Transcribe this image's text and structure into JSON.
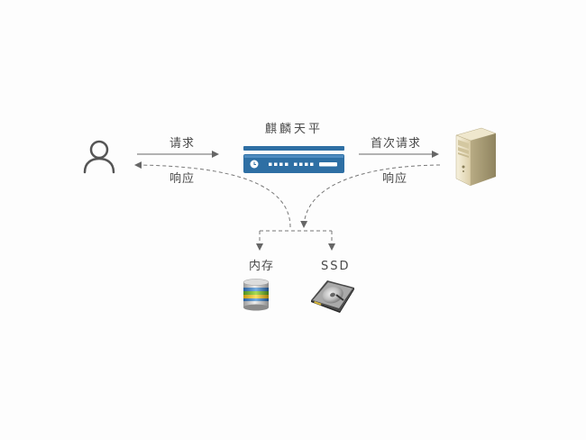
{
  "labels": {
    "client_request": "请求",
    "client_response": "响应",
    "proxy_title": "麒麟天平",
    "origin_request": "首次请求",
    "origin_response": "响应",
    "cache_memory": "内存",
    "cache_ssd": "SSD"
  },
  "icons": {
    "user": "user-icon",
    "proxy": "load-balancer-icon",
    "server": "server-tower-icon",
    "memory": "database-stack-icon",
    "ssd": "hard-drive-icon"
  },
  "colors": {
    "line": "#666666",
    "proxy_blue": "#2e6fa4",
    "server_beige": "#e8dfc4"
  }
}
